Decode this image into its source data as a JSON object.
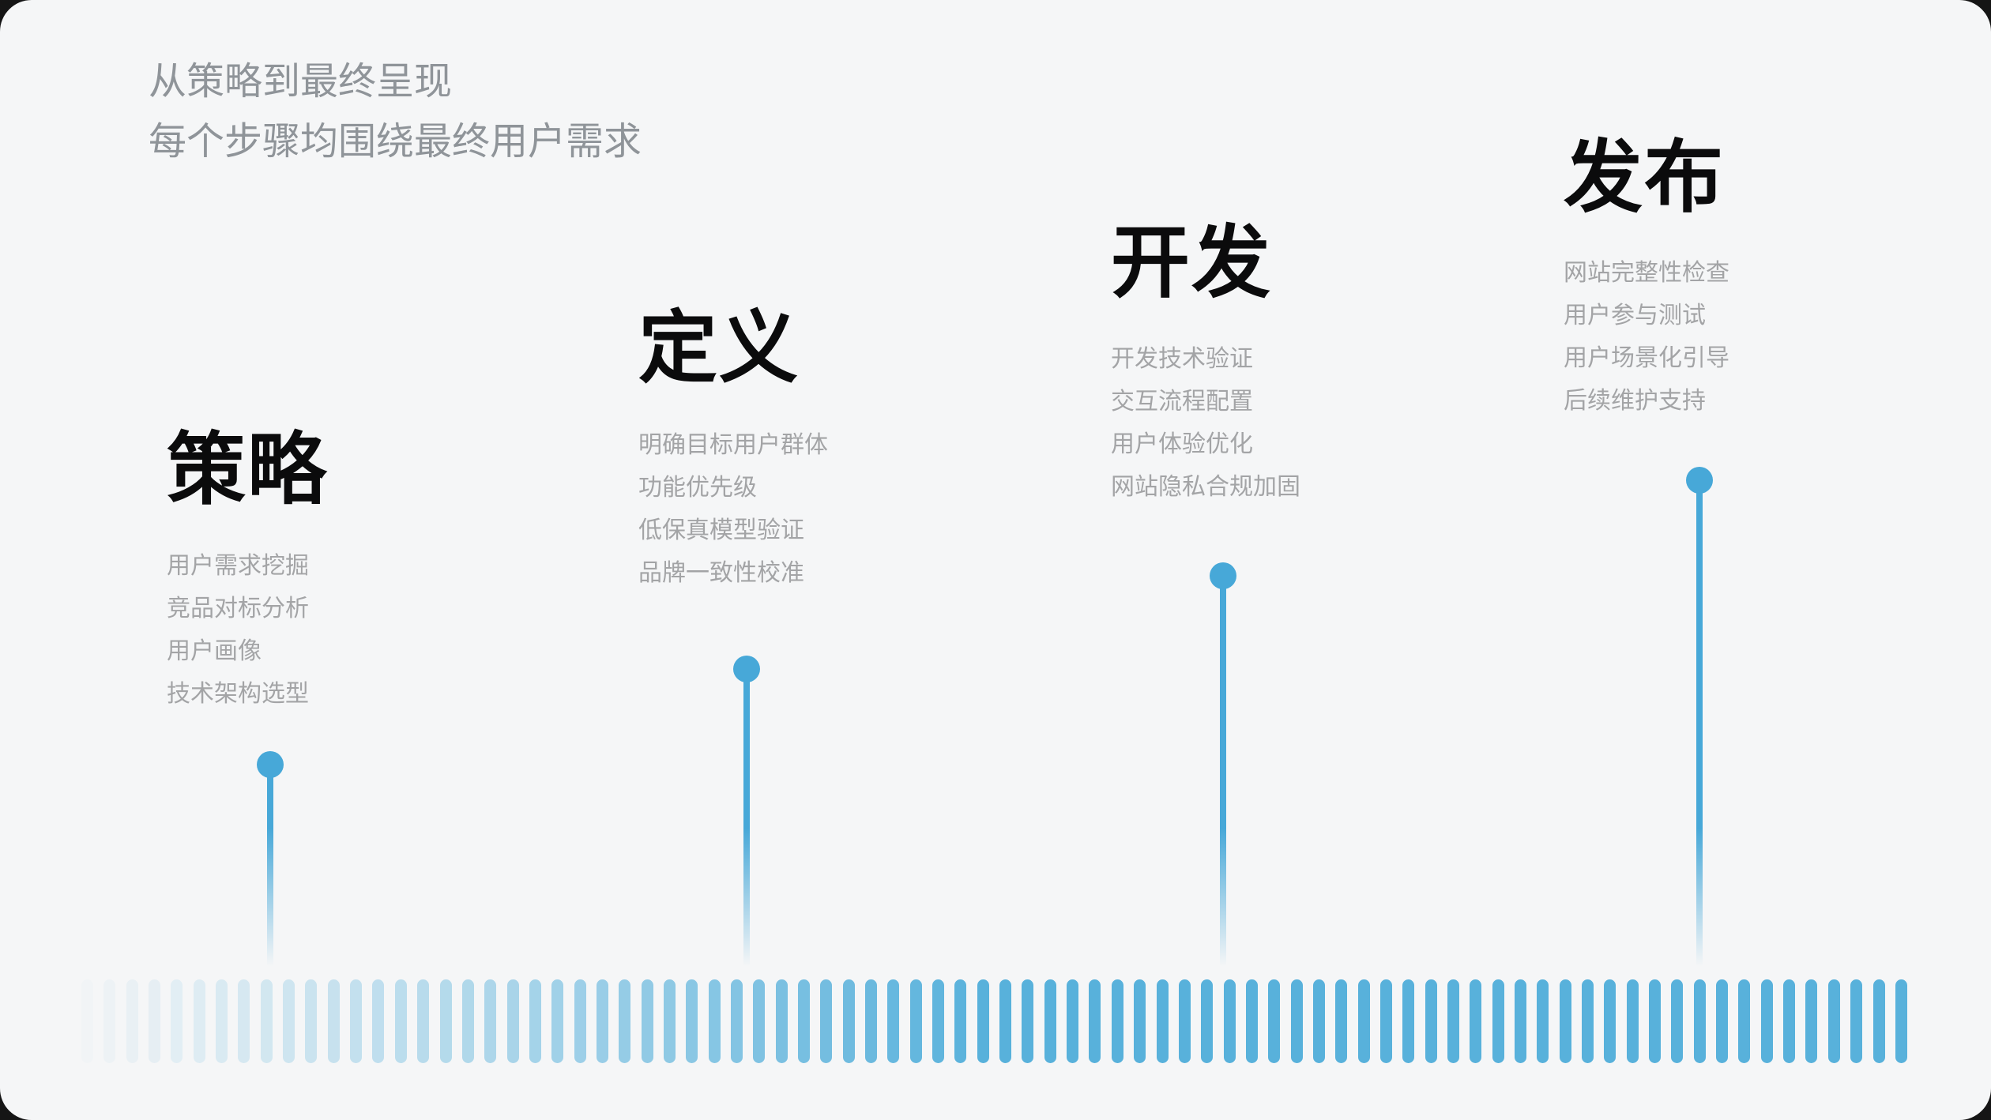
{
  "page": {
    "type": "process-timeline-infographic",
    "language": "zh-CN"
  },
  "colors": {
    "page_background": "#151515",
    "card_background": "#f5f6f7",
    "title": "#0b0b0c",
    "subtitle": "#8f9499",
    "item": "#a3a4a6",
    "marker": "#47a8d8",
    "bar": "#58b1db"
  },
  "subtitle": {
    "line1": "从策略到最终呈现",
    "line2": "每个步骤均围绕最终用户需求"
  },
  "stages": [
    {
      "id": "strategy",
      "title": "策略",
      "items": [
        "用户需求挖掘",
        "竞品对标分析",
        "用户画像",
        "技术架构选型"
      ]
    },
    {
      "id": "definition",
      "title": "定义",
      "items": [
        "明确目标用户群体",
        "功能优先级",
        "低保真模型验证",
        "品牌一致性校准"
      ]
    },
    {
      "id": "development",
      "title": "开发",
      "items": [
        "开发技术验证",
        "交互流程配置",
        "用户体验优化",
        "网站隐私合规加固"
      ]
    },
    {
      "id": "launch",
      "title": "发布",
      "items": [
        "网站完整性检查",
        "用户参与测试",
        "用户场景化引导",
        "后续维护支持"
      ]
    }
  ],
  "timeline": {
    "bar_count": 82,
    "bars_fade_in_from_left": true,
    "milestone_shape": "dot-with-stem"
  }
}
